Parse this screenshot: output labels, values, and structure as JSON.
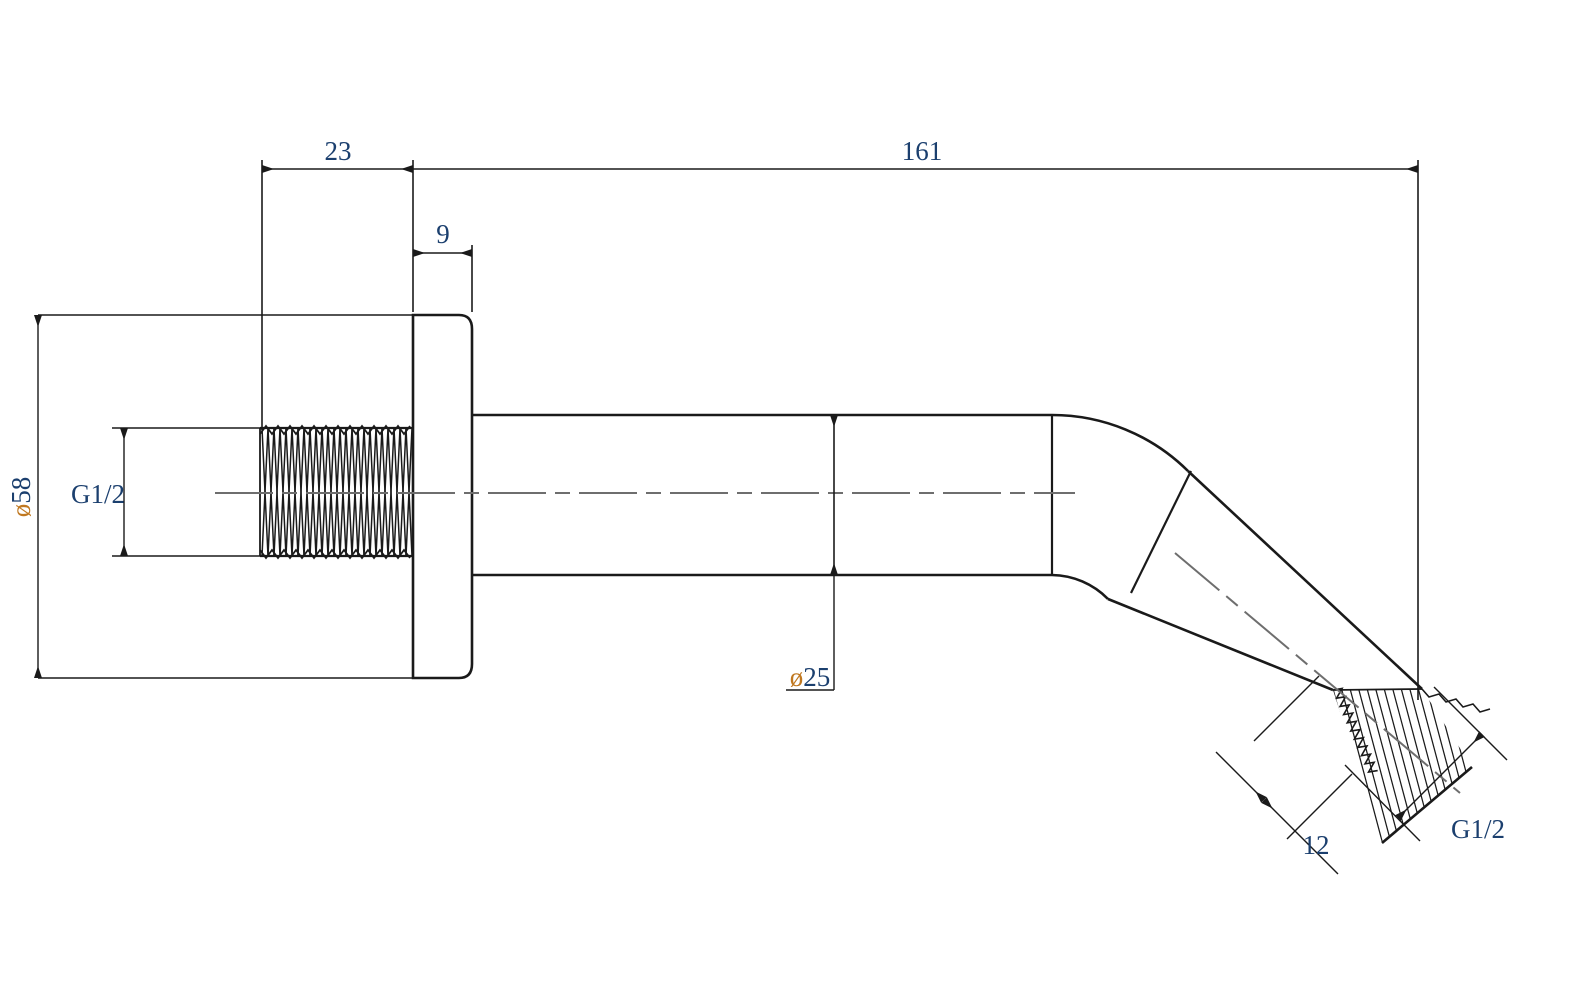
{
  "drawing": {
    "type": "engineering-drawing",
    "subject": "wall-mounted shower arm / water outlet pipe",
    "units": "mm",
    "line_color": "#1a1a1a",
    "centerline_color": "#6e6e6e",
    "dimension_text_color": "#1b3f6e",
    "symbol_color": "#c07820",
    "background": "#ffffff"
  },
  "dimensions": {
    "flange_offset": "23",
    "overall_length": "161",
    "flange_thickness": "9",
    "flange_diameter": "ø58",
    "pipe_diameter": "ø25",
    "inlet_thread": "G1/2",
    "outlet_thread": "G1/2",
    "outlet_thread_length": "12"
  },
  "labels": [
    {
      "id": "dim-23",
      "text": "23",
      "symbol": "",
      "value": "23"
    },
    {
      "id": "dim-161",
      "text": "161",
      "symbol": "",
      "value": "161"
    },
    {
      "id": "dim-9",
      "text": "9",
      "symbol": "",
      "value": "9"
    },
    {
      "id": "dim-d58",
      "text": "58",
      "symbol": "ø",
      "value": "ø58"
    },
    {
      "id": "dim-d25",
      "text": "25",
      "symbol": "ø",
      "value": "ø25"
    },
    {
      "id": "thread-inlet",
      "text": "G1/2",
      "symbol": "",
      "value": "G1/2"
    },
    {
      "id": "thread-outlet",
      "text": "G1/2",
      "symbol": "",
      "value": "G1/2"
    },
    {
      "id": "dim-12",
      "text": "12",
      "symbol": "",
      "value": "12"
    }
  ]
}
